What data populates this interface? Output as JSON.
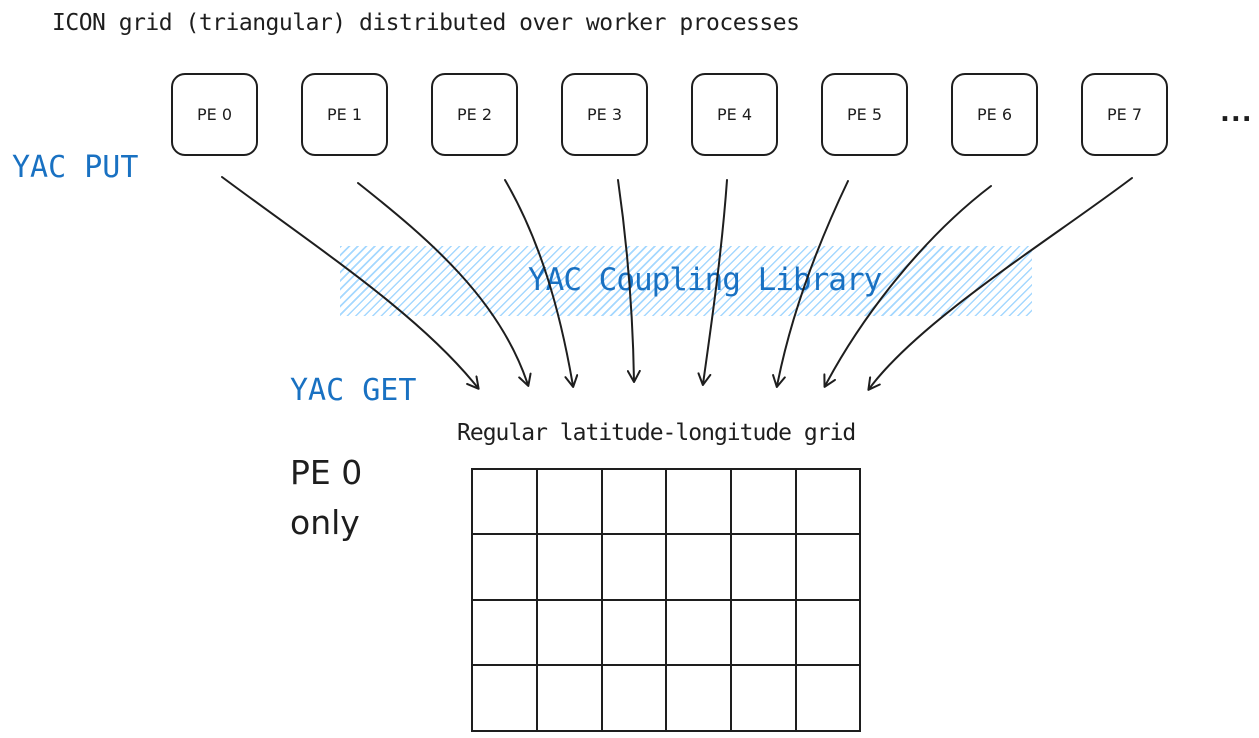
{
  "title": "ICON grid (triangular) distributed over worker processes",
  "processes": [
    "PE 0",
    "PE 1",
    "PE 2",
    "PE 3",
    "PE 4",
    "PE 5",
    "PE 6",
    "PE 7"
  ],
  "ellipsis": "...",
  "yac_put": "YAC PUT",
  "yac_get": "YAC GET",
  "library_label": "YAC Coupling Library",
  "grid_label": "Regular latitude-longitude grid",
  "pe0_only": {
    "line1": "PE 0",
    "line2": "only"
  },
  "grid": {
    "rows": 4,
    "cols": 6
  },
  "colors": {
    "ink": "#1e1e1e",
    "accent": "#1971c2",
    "hatch": "#a5d8ff"
  }
}
